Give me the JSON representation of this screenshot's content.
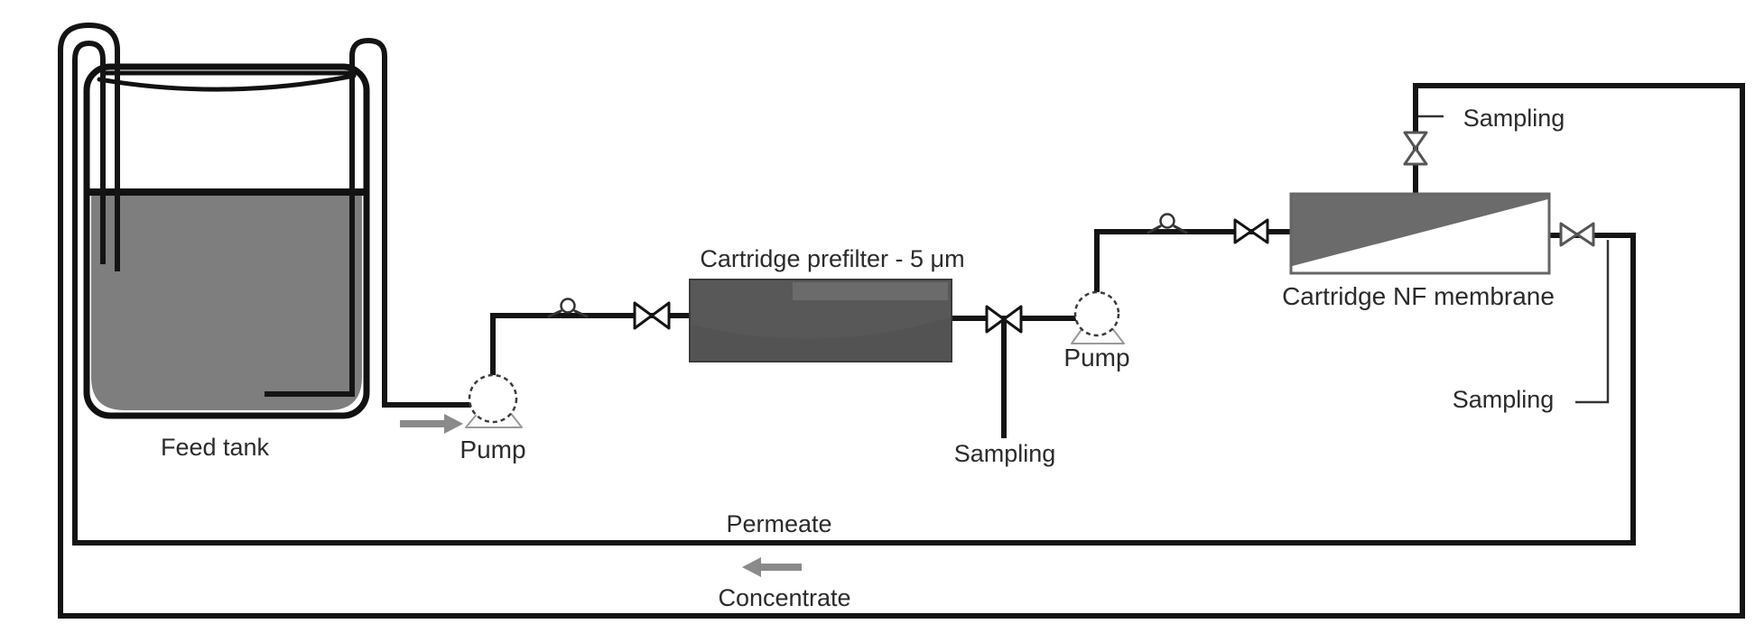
{
  "diagram": {
    "labels": {
      "feed_tank": "Feed tank",
      "pump_1": "Pump",
      "prefilter": "Cartridge prefilter - 5 μm",
      "sampling_prefilter": "Sampling",
      "pump_2": "Pump",
      "nf_membrane": "Cartridge NF membrane",
      "sampling_membrane_top": "Sampling",
      "sampling_permeate": "Sampling",
      "permeate_line": "Permeate",
      "concentrate_line": "Concentrate"
    },
    "colors": {
      "pipe_line": "#141414",
      "tank_liquid": "#7e7e7e",
      "prefilter_dark": "#585858",
      "prefilter_light": "#6e6e6e",
      "membrane_gray": "#6b6b6b",
      "arrow_gray": "#8a8a8a",
      "text": "#2b2b2b"
    }
  }
}
